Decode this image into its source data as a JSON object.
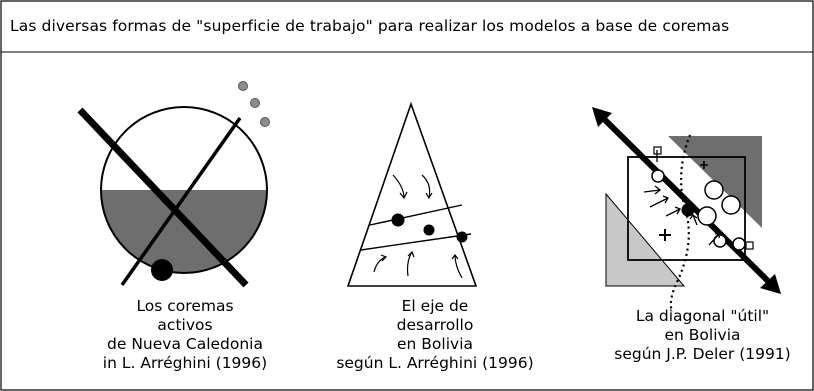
{
  "title": "Las diversas formas de \"superficie de trabajo\" para realizar los modelos a base de coremas",
  "panels": [
    {
      "caption": [
        "Los coremas",
        "activos",
        "de Nueva Caledonia",
        "in L. Arréghini (1996)"
      ]
    },
    {
      "caption": [
        "El eje de",
        "desarrollo",
        "en Bolivia",
        "según L. Arréghini (1996)"
      ]
    },
    {
      "caption": [
        "La diagonal \"útil\"",
        "en Bolivia",
        "según J.P. Deler (1991)"
      ]
    }
  ],
  "colors": {
    "frame": "#000000",
    "dark_gray": "#6e6e6e",
    "light_gray": "#c8c8c8",
    "mid_gray": "#8c8c8c"
  }
}
